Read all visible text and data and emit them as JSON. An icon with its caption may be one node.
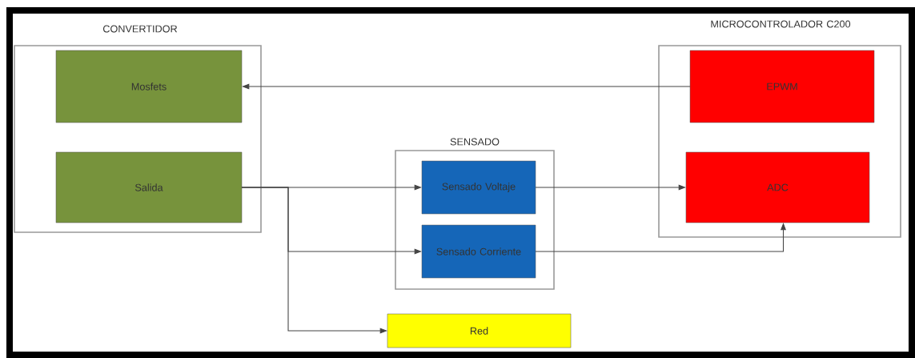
{
  "diagram": {
    "nodes": [
      {
        "text": [
          "CONVERTIDOR"
        ]
      },
      {
        "text": [
          "Mosfets"
        ],
        "in": 0
      },
      {
        "text": [
          "Salida"
        ],
        "in": 0
      },
      {
        "text": [
          "MICROCONTROLADOR C200"
        ]
      },
      {
        "text": [
          "EPWM"
        ],
        "in": 3
      },
      {
        "text": [
          "ADC"
        ],
        "in": 3
      },
      {
        "text": [
          "SENSADO"
        ]
      },
      {
        "text": [
          "Sensado Voltaje"
        ],
        "in": 6
      },
      {
        "text": [
          "Sensado Corriente"
        ],
        "in": 6
      },
      {
        "text": [
          "Red"
        ]
      }
    ],
    "edges": [
      {
        "from": 4,
        "to": 1,
        "arrow": "to"
      },
      {
        "from": 2,
        "to": 7,
        "arrow": "to"
      },
      {
        "from": 2,
        "to": 8,
        "arrow": "to"
      },
      {
        "from": 2,
        "to": 9,
        "arrow": "to"
      },
      {
        "from": 7,
        "to": 5,
        "arrow": "to"
      },
      {
        "from": 8,
        "to": 5,
        "arrow": "to"
      }
    ]
  }
}
